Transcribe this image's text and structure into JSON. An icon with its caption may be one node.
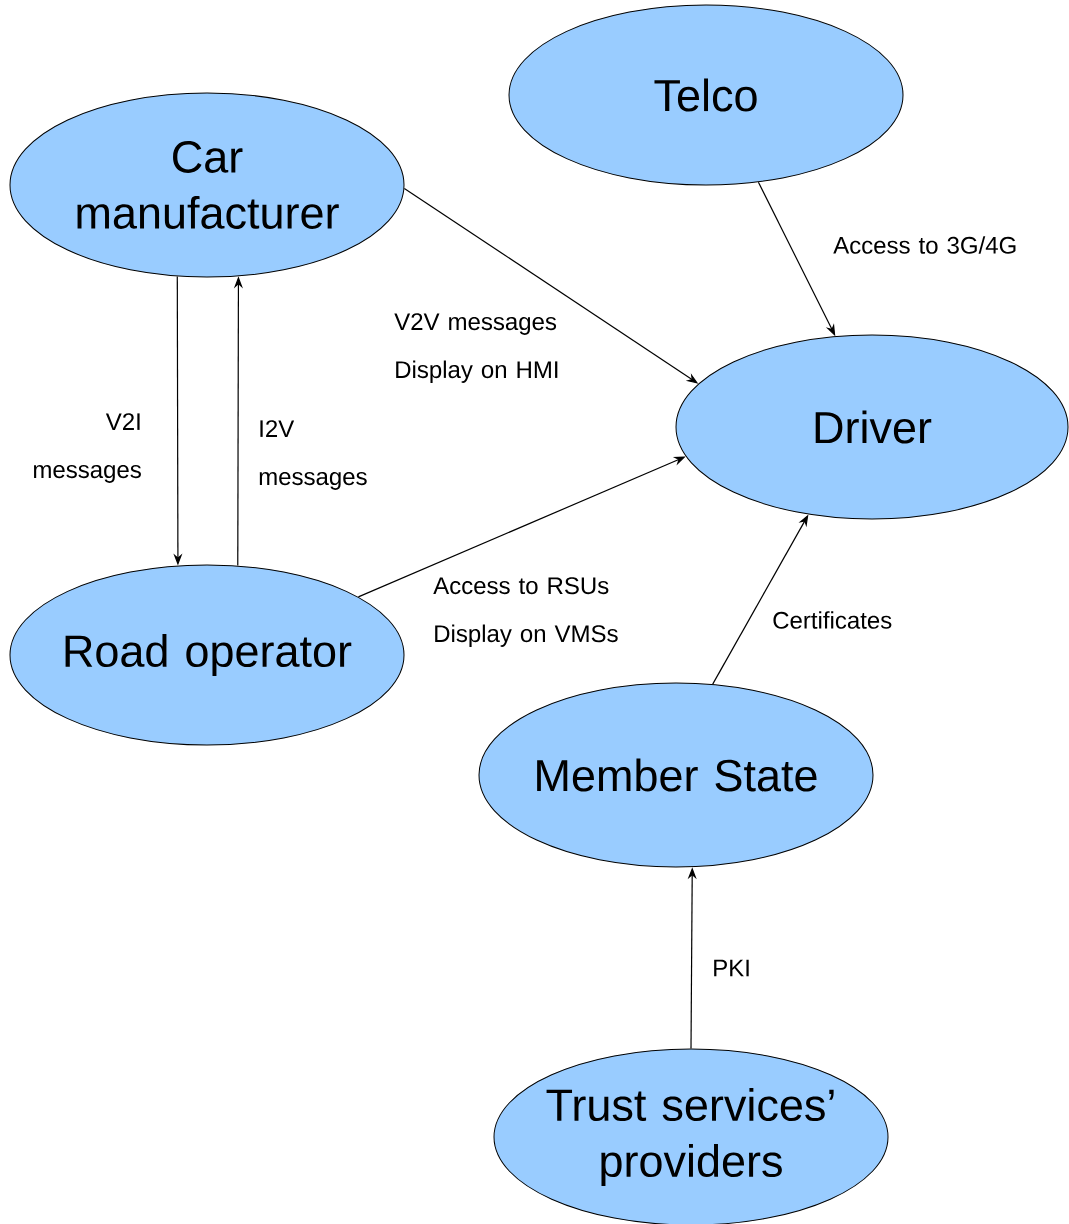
{
  "diagram": {
    "nodes": [
      {
        "text": [
          "Car manufacturer"
        ]
      },
      {
        "text": [
          "Telco"
        ]
      },
      {
        "text": [
          "Driver"
        ]
      },
      {
        "text": [
          "Road operator"
        ]
      },
      {
        "text": [
          "Member State"
        ]
      },
      {
        "text": [
          "Trust services’ providers"
        ]
      }
    ],
    "edges": [
      {
        "from": 0,
        "to": 2,
        "arrow": "to",
        "label": "V2V messages Display on HMI"
      },
      {
        "from": 1,
        "to": 2,
        "arrow": "to",
        "label": "Access to 3G/4G"
      },
      {
        "from": 0,
        "to": 3,
        "arrow": "to",
        "label": "V2I messages"
      },
      {
        "from": 3,
        "to": 0,
        "arrow": "to",
        "label": "I2V messages"
      },
      {
        "from": 3,
        "to": 2,
        "arrow": "to",
        "label": "Access to RSUs Display on VMSs"
      },
      {
        "from": 4,
        "to": 2,
        "arrow": "to",
        "label": "Certificates"
      },
      {
        "from": 5,
        "to": 4,
        "arrow": "to",
        "label": "PKI"
      }
    ]
  }
}
